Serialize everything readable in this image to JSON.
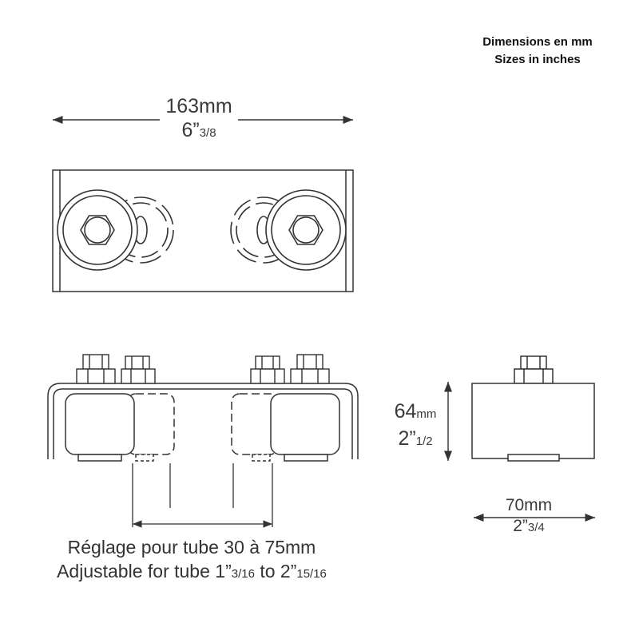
{
  "units": {
    "line1": "Dimensions en mm",
    "line2": "Sizes in inches"
  },
  "length": {
    "mm_value": "163mm",
    "inch_whole": "6”",
    "inch_fraction": "3/8"
  },
  "height": {
    "mm_value": "64",
    "mm_unit": "mm",
    "inch_whole": "2”",
    "inch_fraction": "1/2"
  },
  "width": {
    "mm_value": "70mm",
    "inch_whole": "2”",
    "inch_fraction": "3/4"
  },
  "adjustment": {
    "fr_text": "Réglage pour tube 30 à 75mm",
    "en_prefix": "Adjustable for tube 1”",
    "en_frac_min": "3/16",
    "en_mid": " to 2”",
    "en_frac_max": "15/16"
  },
  "colors": {
    "line": "#333333",
    "fill_light": "#ffffff"
  }
}
